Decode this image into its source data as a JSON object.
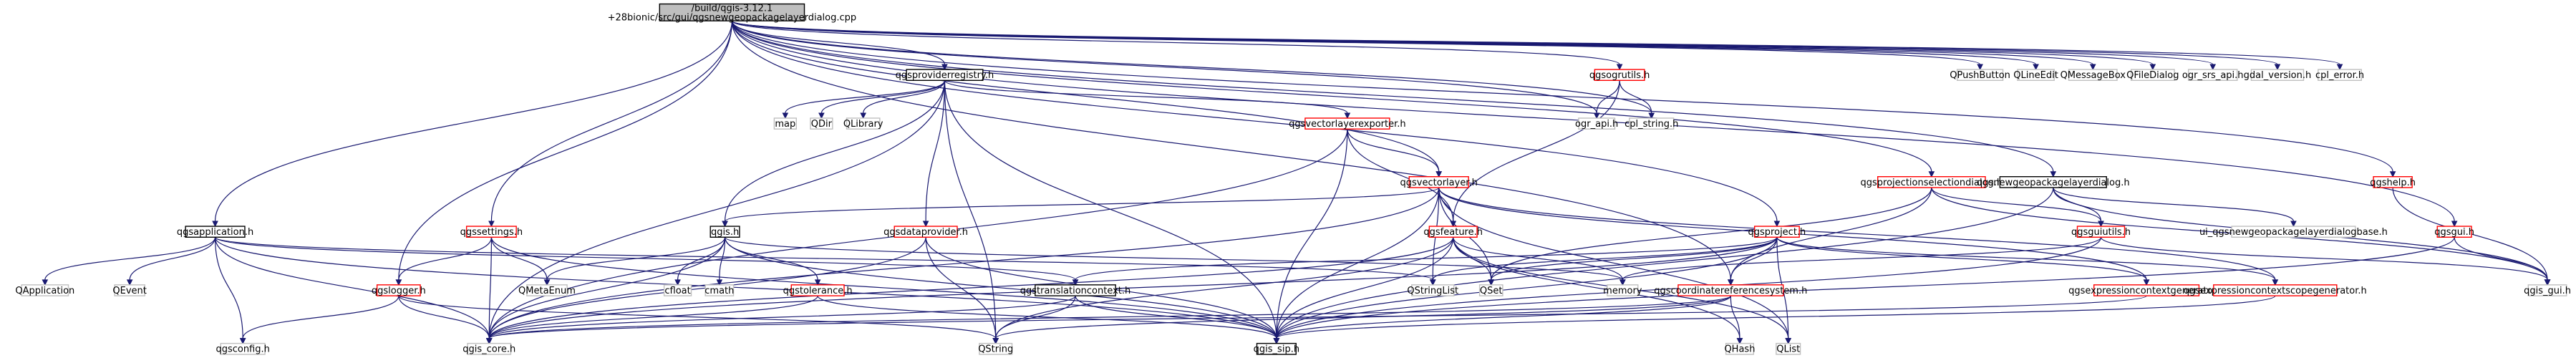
{
  "title": "/build/qgis-3.12.1+28bionic/src/gui/qgsnewgeopackagelayerdialog.cpp",
  "colors": {
    "edge": "#191970",
    "root_fill": "#bfbfbf",
    "root_border": "#000000",
    "linked_border": "#000000",
    "unlinked_border": "#bfbfbf",
    "red_border": "#ff0000",
    "node_fill": "#ffffff"
  },
  "nodes": [
    {
      "id": "root",
      "lines": [
        "/build/qgis-3.12.1",
        "+28bionic/src/gui/qgsnewgeopackagelayerdialog.cpp"
      ],
      "style": "root"
    },
    {
      "id": "qgsproviderregistry_h",
      "lines": [
        "qgsproviderregistry.h"
      ],
      "style": "linked"
    },
    {
      "id": "qgsogrutils_h",
      "lines": [
        "qgsogrutils.h"
      ],
      "style": "red"
    },
    {
      "id": "QPushButton",
      "lines": [
        "QPushButton"
      ],
      "style": "plain"
    },
    {
      "id": "QLineEdit",
      "lines": [
        "QLineEdit"
      ],
      "style": "plain"
    },
    {
      "id": "QMessageBox",
      "lines": [
        "QMessageBox"
      ],
      "style": "plain"
    },
    {
      "id": "QFileDialog",
      "lines": [
        "QFileDialog"
      ],
      "style": "plain"
    },
    {
      "id": "ogr_srs_api_h",
      "lines": [
        "ogr_srs_api.h"
      ],
      "style": "plain"
    },
    {
      "id": "gdal_version_h",
      "lines": [
        "gdal_version.h"
      ],
      "style": "plain"
    },
    {
      "id": "cpl_error_h",
      "lines": [
        "cpl_error.h"
      ],
      "style": "plain"
    },
    {
      "id": "map",
      "lines": [
        "map"
      ],
      "style": "plain"
    },
    {
      "id": "QDir",
      "lines": [
        "QDir"
      ],
      "style": "plain"
    },
    {
      "id": "QLibrary",
      "lines": [
        "QLibrary"
      ],
      "style": "plain"
    },
    {
      "id": "qgsvectorlayerexporter_h",
      "lines": [
        "qgsvectorlayerexporter.h"
      ],
      "style": "red"
    },
    {
      "id": "ogr_api_h",
      "lines": [
        "ogr_api.h"
      ],
      "style": "plain"
    },
    {
      "id": "cpl_string_h",
      "lines": [
        "cpl_string.h"
      ],
      "style": "plain"
    },
    {
      "id": "qgsprojectionselectiondialog_h",
      "lines": [
        "qgsprojectionselectiondialog.h"
      ],
      "style": "red"
    },
    {
      "id": "qgsnewgeopackagelayerdialog_h",
      "lines": [
        "qgsnewgeopackagelayerdialog.h"
      ],
      "style": "linked"
    },
    {
      "id": "qgshelp_h",
      "lines": [
        "qgshelp.h"
      ],
      "style": "red"
    },
    {
      "id": "qgsvectorlayer_h",
      "lines": [
        "qgsvectorlayer.h"
      ],
      "style": "red"
    },
    {
      "id": "qgsapplication_h",
      "lines": [
        "qgsapplication.h"
      ],
      "style": "linked"
    },
    {
      "id": "qgis_h",
      "lines": [
        "qgis.h"
      ],
      "style": "linked"
    },
    {
      "id": "qgssettings_h",
      "lines": [
        "qgssettings.h"
      ],
      "style": "red"
    },
    {
      "id": "qgsdataprovider_h",
      "lines": [
        "qgsdataprovider.h"
      ],
      "style": "red"
    },
    {
      "id": "qgsfeature_h",
      "lines": [
        "qgsfeature.h"
      ],
      "style": "red"
    },
    {
      "id": "qgsproject_h",
      "lines": [
        "qgsproject.h"
      ],
      "style": "red"
    },
    {
      "id": "qgsguiutils_h",
      "lines": [
        "qgsguiutils.h"
      ],
      "style": "red"
    },
    {
      "id": "ui_qgsnewgeopackagelayerdialogbase_h",
      "lines": [
        "ui_qgsnewgeopackagelayerdialogbase.h"
      ],
      "style": "plain"
    },
    {
      "id": "qgsgui_h",
      "lines": [
        "qgsgui.h"
      ],
      "style": "red"
    },
    {
      "id": "qgis_gui_h",
      "lines": [
        "qgis_gui.h"
      ],
      "style": "plain"
    },
    {
      "id": "QApplication",
      "lines": [
        "QApplication"
      ],
      "style": "plain"
    },
    {
      "id": "QEvent",
      "lines": [
        "QEvent"
      ],
      "style": "plain"
    },
    {
      "id": "QMetaEnum",
      "lines": [
        "QMetaEnum"
      ],
      "style": "plain"
    },
    {
      "id": "cfloat",
      "lines": [
        "cfloat"
      ],
      "style": "plain"
    },
    {
      "id": "cmath",
      "lines": [
        "cmath"
      ],
      "style": "plain"
    },
    {
      "id": "qgstolerance_h",
      "lines": [
        "qgstolerance.h"
      ],
      "style": "red"
    },
    {
      "id": "qgslogger_h",
      "lines": [
        "qgslogger.h"
      ],
      "style": "red"
    },
    {
      "id": "qgstranslationcontext_h",
      "lines": [
        "qgstranslationcontext.h"
      ],
      "style": "linked"
    },
    {
      "id": "QStringList",
      "lines": [
        "QStringList"
      ],
      "style": "plain"
    },
    {
      "id": "QSet",
      "lines": [
        "QSet"
      ],
      "style": "plain"
    },
    {
      "id": "memory",
      "lines": [
        "memory"
      ],
      "style": "plain"
    },
    {
      "id": "qgsexpressioncontextgenerator_h",
      "lines": [
        "qgsexpressioncontextgenerator.h"
      ],
      "style": "red"
    },
    {
      "id": "qgsexpressioncontextscopegenerator_h",
      "lines": [
        "qgsexpressioncontextscopegenerator.h"
      ],
      "style": "red"
    },
    {
      "id": "qgscoordinatereferencesystem_h",
      "lines": [
        "qgscoordinatereferencesystem.h"
      ],
      "style": "red"
    },
    {
      "id": "qgsconfig_h",
      "lines": [
        "qgsconfig.h"
      ],
      "style": "plain"
    },
    {
      "id": "qgis_core_h",
      "lines": [
        "qgis_core.h"
      ],
      "style": "plain"
    },
    {
      "id": "QString",
      "lines": [
        "QString"
      ],
      "style": "plain"
    },
    {
      "id": "qgis_sip_h",
      "lines": [
        "qgis_sip.h"
      ],
      "style": "linked"
    },
    {
      "id": "QHash",
      "lines": [
        "QHash"
      ],
      "style": "plain"
    },
    {
      "id": "QList",
      "lines": [
        "QList"
      ],
      "style": "plain"
    }
  ],
  "edges": [
    [
      "root",
      "qgsproviderregistry_h"
    ],
    [
      "root",
      "qgsogrutils_h"
    ],
    [
      "root",
      "QPushButton"
    ],
    [
      "root",
      "QLineEdit"
    ],
    [
      "root",
      "QMessageBox"
    ],
    [
      "root",
      "QFileDialog"
    ],
    [
      "root",
      "ogr_srs_api_h"
    ],
    [
      "root",
      "gdal_version_h"
    ],
    [
      "root",
      "cpl_error_h"
    ],
    [
      "root",
      "ogr_api_h"
    ],
    [
      "root",
      "cpl_string_h"
    ],
    [
      "root",
      "qgsprojectionselectiondialog_h"
    ],
    [
      "root",
      "qgsnewgeopackagelayerdialog_h"
    ],
    [
      "root",
      "qgshelp_h"
    ],
    [
      "root",
      "qgsvectorlayer_h"
    ],
    [
      "root",
      "qgsapplication_h"
    ],
    [
      "root",
      "qgssettings_h"
    ],
    [
      "root",
      "qgsproject_h"
    ],
    [
      "root",
      "qgsgui_h"
    ],
    [
      "root",
      "qgslogger_h"
    ],
    [
      "root",
      "qgscoordinatereferencesystem_h"
    ],
    [
      "qgsproviderregistry_h",
      "map"
    ],
    [
      "qgsproviderregistry_h",
      "QDir"
    ],
    [
      "qgsproviderregistry_h",
      "QLibrary"
    ],
    [
      "qgsproviderregistry_h",
      "qgsvectorlayerexporter_h"
    ],
    [
      "qgsproviderregistry_h",
      "qgis_h"
    ],
    [
      "qgsproviderregistry_h",
      "qgsdataprovider_h"
    ],
    [
      "qgsproviderregistry_h",
      "qgis_core_h"
    ],
    [
      "qgsproviderregistry_h",
      "QString"
    ],
    [
      "qgsproviderregistry_h",
      "qgis_sip_h"
    ],
    [
      "qgsogrutils_h",
      "ogr_api_h"
    ],
    [
      "qgsogrutils_h",
      "cpl_string_h"
    ],
    [
      "qgsogrutils_h",
      "qgsfeature_h"
    ],
    [
      "qgsvectorlayerexporter_h",
      "qgsvectorlayer_h"
    ],
    [
      "qgsvectorlayerexporter_h",
      "qgsfeature_h"
    ],
    [
      "qgsvectorlayerexporter_h",
      "qgis_core_h"
    ],
    [
      "qgsvectorlayerexporter_h",
      "qgis_sip_h"
    ],
    [
      "qgsprojectionselectiondialog_h",
      "qgsguiutils_h"
    ],
    [
      "qgsprojectionselectiondialog_h",
      "qgscoordinatereferencesystem_h"
    ],
    [
      "qgsprojectionselectiondialog_h",
      "qgis_gui_h"
    ],
    [
      "qgsprojectionselectiondialog_h",
      "QSet"
    ],
    [
      "qgsnewgeopackagelayerdialog_h",
      "ui_qgsnewgeopackagelayerdialogbase_h"
    ],
    [
      "qgsnewgeopackagelayerdialog_h",
      "qgsguiutils_h"
    ],
    [
      "qgsnewgeopackagelayerdialog_h",
      "qgis_gui_h"
    ],
    [
      "qgsnewgeopackagelayerdialog_h",
      "qgis_sip_h"
    ],
    [
      "qgshelp_h",
      "qgis_gui_h"
    ],
    [
      "qgsvectorlayer_h",
      "qgis_h"
    ],
    [
      "qgsvectorlayer_h",
      "qgsfeature_h"
    ],
    [
      "qgsvectorlayer_h",
      "QSet"
    ],
    [
      "qgsvectorlayer_h",
      "QStringList"
    ],
    [
      "qgsvectorlayer_h",
      "qgis_core_h"
    ],
    [
      "qgsvectorlayer_h",
      "qgsexpressioncontextgenerator_h"
    ],
    [
      "qgsvectorlayer_h",
      "qgsexpressioncontextscopegenerator_h"
    ],
    [
      "qgsvectorlayer_h",
      "QList"
    ],
    [
      "qgsvectorlayer_h",
      "qgis_sip_h"
    ],
    [
      "qgsapplication_h",
      "QApplication"
    ],
    [
      "qgsapplication_h",
      "QEvent"
    ],
    [
      "qgsapplication_h",
      "qgsconfig_h"
    ],
    [
      "qgsapplication_h",
      "qgis_core_h"
    ],
    [
      "qgsapplication_h",
      "qgstranslationcontext_h"
    ],
    [
      "qgsapplication_h",
      "QStringList"
    ],
    [
      "qgsapplication_h",
      "qgis_sip_h"
    ],
    [
      "qgis_h",
      "QMetaEnum"
    ],
    [
      "qgis_h",
      "cfloat"
    ],
    [
      "qgis_h",
      "cmath"
    ],
    [
      "qgis_h",
      "qgstolerance_h"
    ],
    [
      "qgis_h",
      "qgis_core_h"
    ],
    [
      "qgis_h",
      "memory"
    ],
    [
      "qgis_h",
      "qgis_sip_h"
    ],
    [
      "qgssettings_h",
      "qgis_core_h"
    ],
    [
      "qgssettings_h",
      "qgslogger_h"
    ],
    [
      "qgssettings_h",
      "QMetaEnum"
    ],
    [
      "qgssettings_h",
      "qgis_sip_h"
    ],
    [
      "qgsdataprovider_h",
      "qgis_core_h"
    ],
    [
      "qgsdataprovider_h",
      "QString"
    ],
    [
      "qgsdataprovider_h",
      "qgis_sip_h"
    ],
    [
      "qgsfeature_h",
      "qgis_core_h"
    ],
    [
      "qgsfeature_h",
      "QString"
    ],
    [
      "qgsfeature_h",
      "QSet"
    ],
    [
      "qgsfeature_h",
      "memory"
    ],
    [
      "qgsfeature_h",
      "QList"
    ],
    [
      "qgsfeature_h",
      "qgis_sip_h"
    ],
    [
      "qgsfeature_h",
      "QHash"
    ],
    [
      "qgsproject_h",
      "QStringList"
    ],
    [
      "qgsproject_h",
      "QSet"
    ],
    [
      "qgsproject_h",
      "qgstranslationcontext_h"
    ],
    [
      "qgsproject_h",
      "qgsexpressioncontextgenerator_h"
    ],
    [
      "qgsproject_h",
      "qgsexpressioncontextscopegenerator_h"
    ],
    [
      "qgsproject_h",
      "qgscoordinatereferencesystem_h"
    ],
    [
      "qgsproject_h",
      "qgis_core_h"
    ],
    [
      "qgsproject_h",
      "qgis_sip_h"
    ],
    [
      "qgsproject_h",
      "QList"
    ],
    [
      "qgsguiutils_h",
      "qgis_gui_h"
    ],
    [
      "qgsguiutils_h",
      "memory"
    ],
    [
      "qgsguiutils_h",
      "qgis_sip_h"
    ],
    [
      "qgsgui_h",
      "qgis_gui_h"
    ],
    [
      "qgsgui_h",
      "qgis_sip_h"
    ],
    [
      "qgstolerance_h",
      "qgis_core_h"
    ],
    [
      "qgstolerance_h",
      "qgis_sip_h"
    ],
    [
      "qgslogger_h",
      "qgis_core_h"
    ],
    [
      "qgslogger_h",
      "QString"
    ],
    [
      "qgslogger_h",
      "qgsconfig_h"
    ],
    [
      "qgstranslationcontext_h",
      "qgis_core_h"
    ],
    [
      "qgstranslationcontext_h",
      "QString"
    ],
    [
      "qgstranslationcontext_h",
      "qgis_sip_h"
    ],
    [
      "qgsexpressioncontextgenerator_h",
      "qgis_core_h"
    ],
    [
      "qgsexpressioncontextscopegenerator_h",
      "qgis_sip_h"
    ],
    [
      "qgscoordinatereferencesystem_h",
      "qgis_core_h"
    ],
    [
      "qgscoordinatereferencesystem_h",
      "QString"
    ],
    [
      "qgscoordinatereferencesystem_h",
      "QHash"
    ],
    [
      "qgscoordinatereferencesystem_h",
      "qgis_sip_h"
    ]
  ]
}
